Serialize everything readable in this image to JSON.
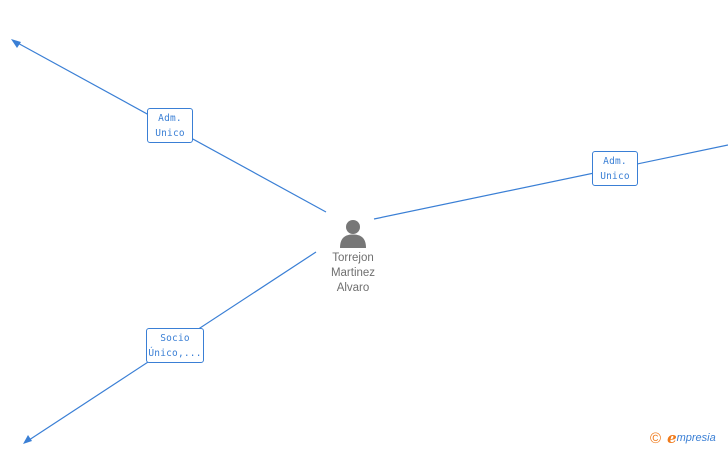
{
  "person": {
    "name_lines": [
      "Torrejon",
      "Martinez",
      "Alvaro"
    ],
    "icon": "person-icon"
  },
  "relations": [
    {
      "label_lines": [
        "Adm.",
        "Unico"
      ],
      "direction": "up-left"
    },
    {
      "label_lines": [
        "Adm.",
        "Unico"
      ],
      "direction": "right"
    },
    {
      "label_lines": [
        "Socio",
        "Único,..."
      ],
      "direction": "down-left"
    }
  ],
  "footer": {
    "copyright_symbol": "©",
    "brand_first_letter": "e",
    "brand_rest": "mpresia"
  },
  "colors": {
    "edge": "#3a7fd5",
    "label_text": "#3a7fd5",
    "person_icon": "#777777",
    "person_name": "#6f6f6f",
    "brand_orange": "#f07a1a",
    "brand_blue": "#3a7fd5"
  }
}
